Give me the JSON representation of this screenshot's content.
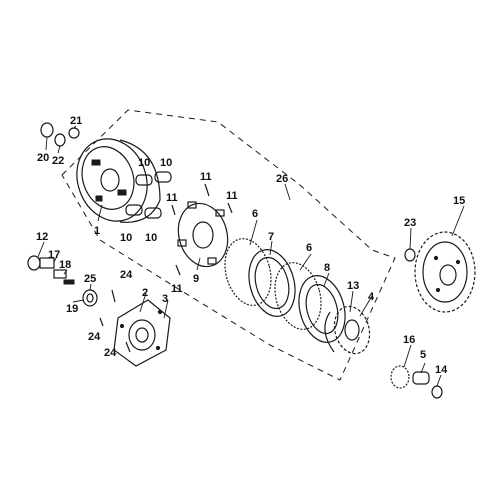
{
  "labels": {
    "p1": "1",
    "p2": "2",
    "p3": "3",
    "p4": "4",
    "p5": "5",
    "p6a": "6",
    "p6b": "6",
    "p7": "7",
    "p8": "8",
    "p9": "9",
    "p10a": "10",
    "p10b": "10",
    "p10c": "10",
    "p10d": "10",
    "p11a": "11",
    "p11b": "11",
    "p11c": "11",
    "p11d": "11",
    "p12": "12",
    "p13": "13",
    "p14": "14",
    "p15": "15",
    "p16": "16",
    "p17": "17",
    "p18": "18",
    "p19": "19",
    "p20": "20",
    "p21": "21",
    "p22": "22",
    "p23": "23",
    "p24a": "24",
    "p24b": "24",
    "p24c": "24",
    "p25": "25",
    "p26": "26"
  }
}
